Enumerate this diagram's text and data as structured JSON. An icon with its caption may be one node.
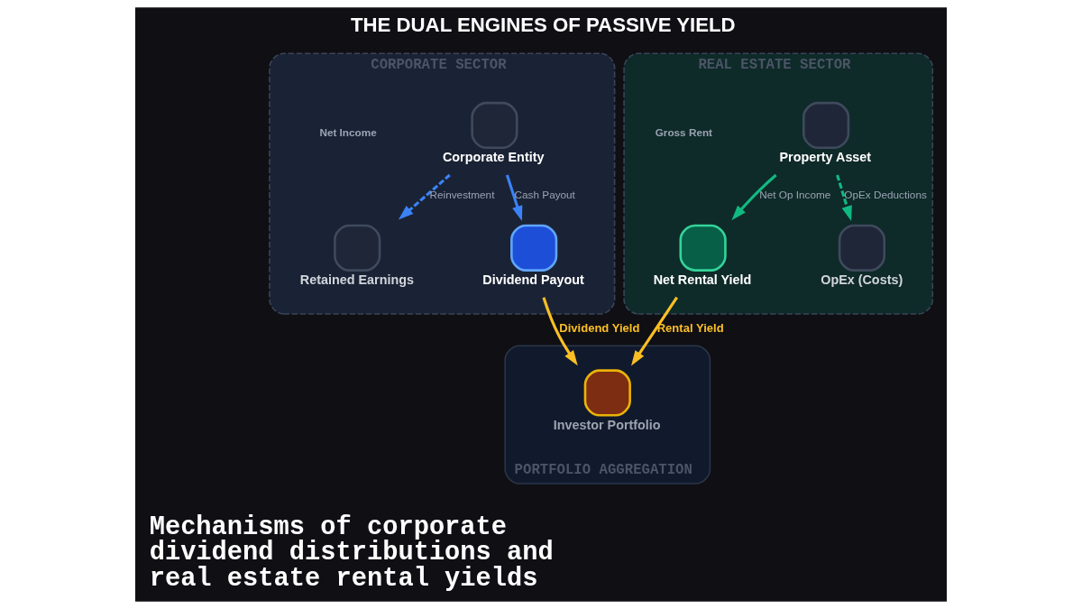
{
  "diagram": {
    "title": "THE DUAL ENGINES OF PASSIVE YIELD",
    "caption": "Mechanisms of corporate dividend distributions and real estate rental yields",
    "nodes": [
      {
        "text": [
          "CORPORATE SECTOR"
        ]
      },
      {
        "text": [
          "Corporate Entity"
        ],
        "in": 0
      },
      {
        "text": [
          "Retained Earnings"
        ],
        "in": 0
      },
      {
        "text": [
          "Dividend Payout"
        ],
        "in": 0
      },
      {
        "text": [
          "REAL ESTATE SECTOR"
        ]
      },
      {
        "text": [
          "Property Asset"
        ],
        "in": 4
      },
      {
        "text": [
          "Net Rental Yield"
        ],
        "in": 4
      },
      {
        "text": [
          "OpEx (Costs)"
        ],
        "in": 4
      },
      {
        "text": [
          "PORTFOLIO AGGREGATION"
        ]
      },
      {
        "text": [
          "Investor Portfolio"
        ],
        "in": 8
      }
    ],
    "edges": [
      {
        "from": 1,
        "to": 2,
        "arrow": "to",
        "label": "Reinvestment",
        "style": "dashed",
        "color": "#3b82f6"
      },
      {
        "from": 1,
        "to": 3,
        "arrow": "to",
        "label": "Cash Payout",
        "color": "#3b82f6"
      },
      {
        "from": 5,
        "to": 6,
        "arrow": "to",
        "label": "Net Op Income",
        "color": "#10b981"
      },
      {
        "from": 5,
        "to": 7,
        "arrow": "to",
        "label": "OpEx Deductions",
        "style": "dashed",
        "color": "#10b981"
      },
      {
        "from": 3,
        "to": 9,
        "arrow": "to",
        "label": "Dividend Yield",
        "color": "#fbbf24"
      },
      {
        "from": 6,
        "to": 9,
        "arrow": "to",
        "label": "Rental Yield",
        "color": "#fbbf24"
      }
    ],
    "labels": [
      "Net Income",
      "Gross Rent"
    ]
  }
}
